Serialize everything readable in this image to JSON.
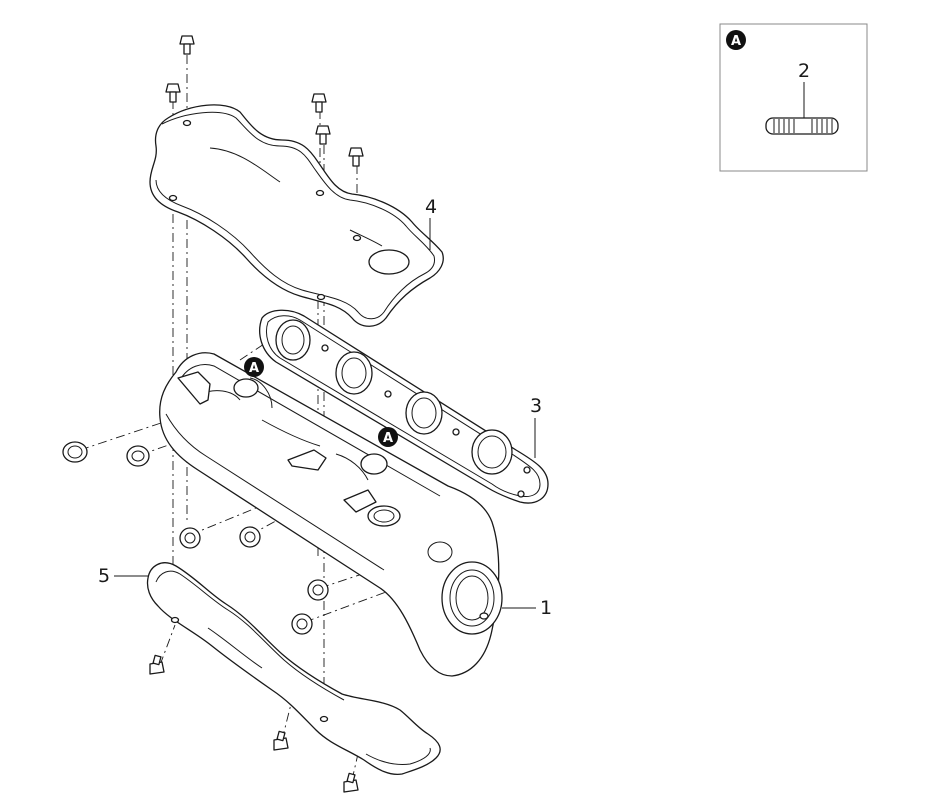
{
  "callouts": {
    "part_1": "1",
    "part_2": "2",
    "part_3": "3",
    "part_4": "4",
    "part_5": "5"
  },
  "detail_badge": "A",
  "colors": {
    "line": "#1a1a1a",
    "badge_fill": "#111111",
    "background": "#ffffff"
  }
}
